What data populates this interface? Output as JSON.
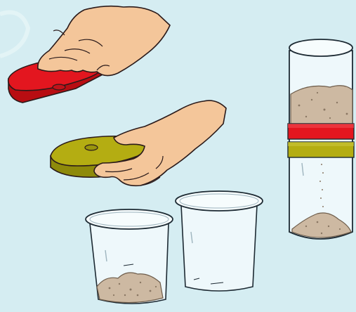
{
  "scene": {
    "colors": {
      "background": "#d5edf2",
      "skin": "#f4c69a",
      "skin_shadow": "#e0a97a",
      "red_sieve": "#e3161f",
      "red_sieve_dark": "#b80d12",
      "olive_sieve": "#b4ad12",
      "olive_sieve_dark": "#8e8a0a",
      "glass": "#eef8fb",
      "glass_edge": "#1d2a33",
      "sand": "#cdb9a2",
      "sand_dark": "#8a7763"
    },
    "items": [
      {
        "id": "hand-holding-red-sieve"
      },
      {
        "id": "hand-holding-olive-sieve"
      },
      {
        "id": "beaker-with-sand"
      },
      {
        "id": "empty-beaker"
      },
      {
        "id": "sieve-column-tube"
      }
    ]
  }
}
